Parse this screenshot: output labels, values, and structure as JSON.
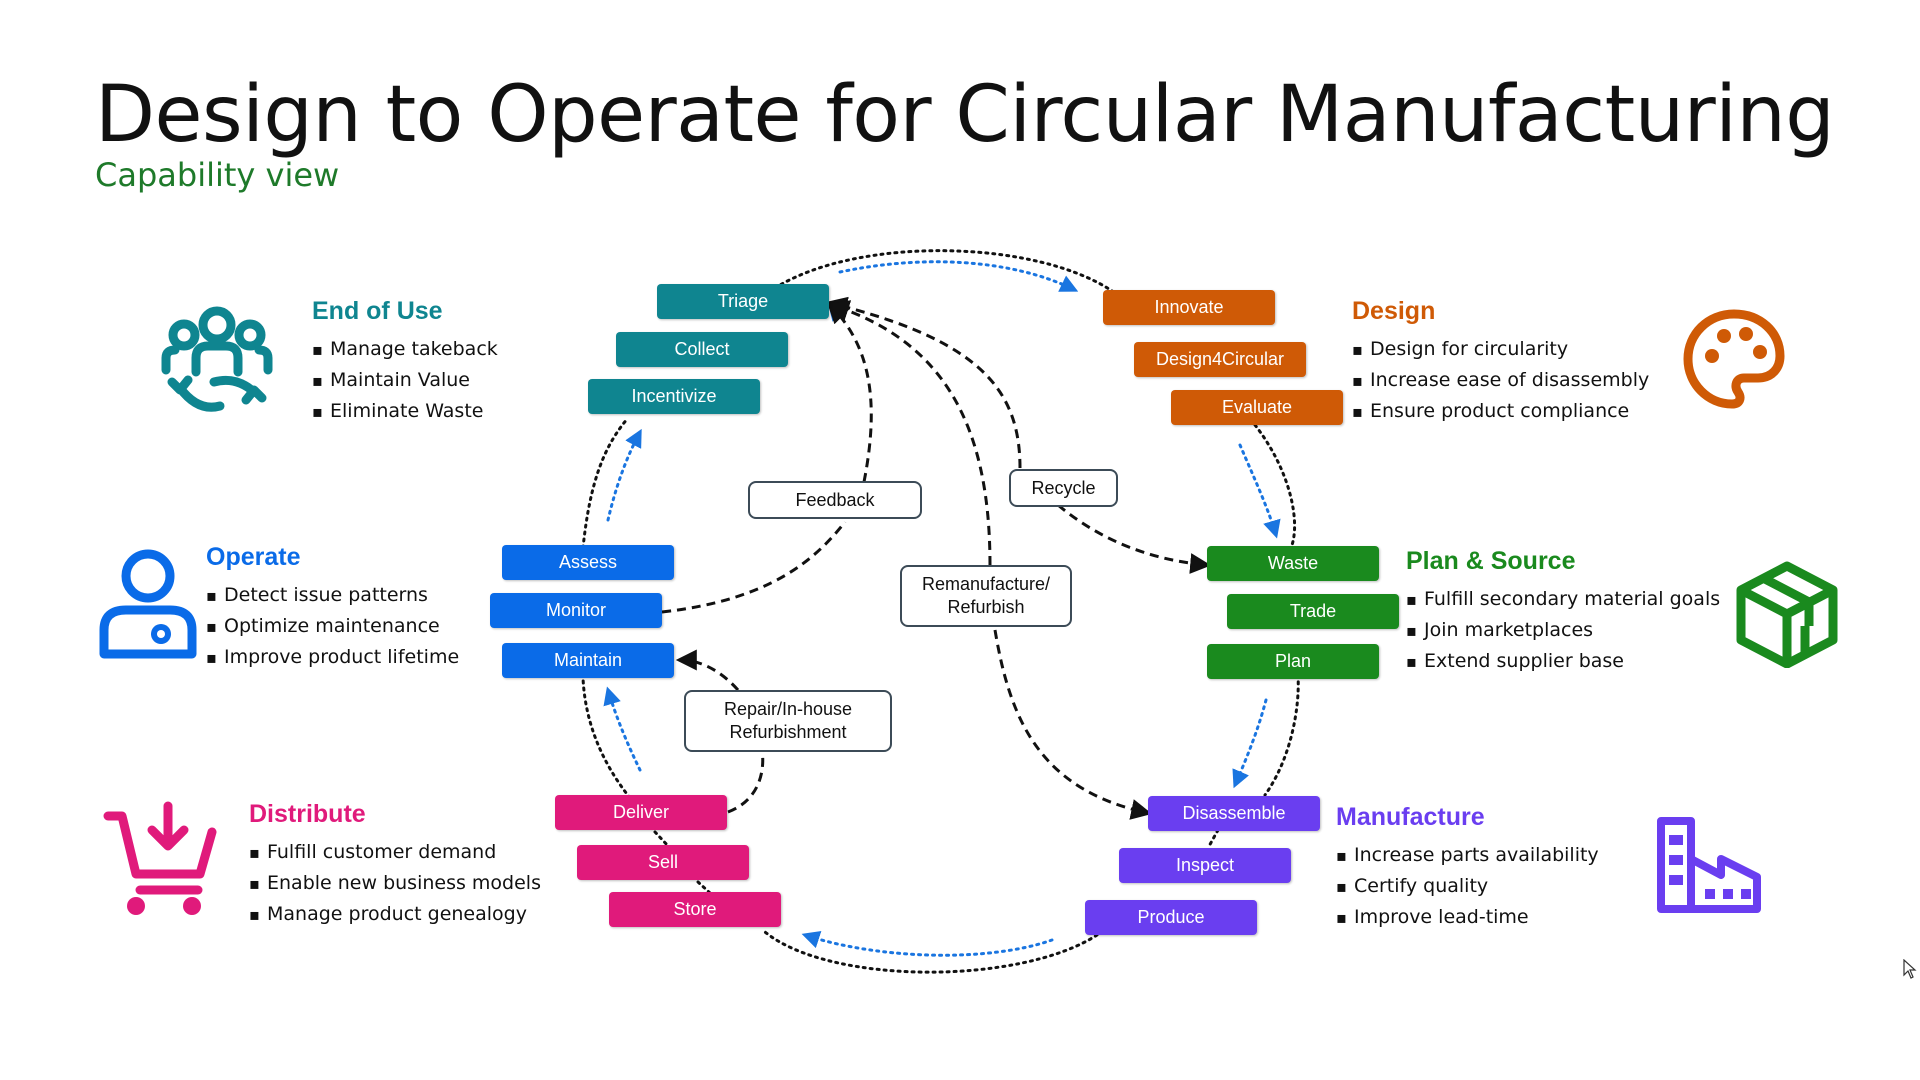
{
  "title": "Design to Operate for Circular Manufacturing",
  "subtitle": "Capability view",
  "colors": {
    "end_of_use": "#0f8590",
    "design": "#cf5a06",
    "plan_source": "#1a8a1e",
    "manufacture": "#6a3ef0",
    "distribute": "#e01a7b",
    "operate": "#0a6be8",
    "dotted_flow": "#1a75e0",
    "box_border": "#3c4b57"
  },
  "groups": {
    "end_of_use": {
      "heading": "End of Use",
      "icon": "people-cycle-icon",
      "bullets": [
        "Manage takeback",
        "Maintain Value",
        "Eliminate Waste"
      ],
      "nodes": [
        "Triage",
        "Collect",
        "Incentivize"
      ]
    },
    "design": {
      "heading": "Design",
      "icon": "palette-icon",
      "bullets": [
        "Design for circularity",
        "Increase ease of disassembly",
        "Ensure product compliance"
      ],
      "nodes": [
        "Innovate",
        "Design4Circular",
        "Evaluate"
      ]
    },
    "plan_source": {
      "heading": "Plan & Source",
      "icon": "package-icon",
      "bullets": [
        "Fulfill secondary material goals",
        "Join marketplaces",
        "Extend supplier base"
      ],
      "nodes": [
        "Waste",
        "Trade",
        "Plan"
      ]
    },
    "manufacture": {
      "heading": "Manufacture",
      "icon": "factory-icon",
      "bullets": [
        "Increase parts availability",
        "Certify quality",
        "Improve lead-time"
      ],
      "nodes": [
        "Disassemble",
        "Inspect",
        "Produce"
      ]
    },
    "distribute": {
      "heading": "Distribute",
      "icon": "shopping-cart-icon",
      "bullets": [
        "Fulfill customer demand",
        "Enable new business models",
        "Manage product genealogy"
      ],
      "nodes": [
        "Deliver",
        "Sell",
        "Store"
      ]
    },
    "operate": {
      "heading": "Operate",
      "icon": "person-operator-icon",
      "bullets": [
        "Detect issue patterns",
        "Optimize maintenance",
        "Improve product lifetime"
      ],
      "nodes": [
        "Assess",
        "Monitor",
        "Maintain"
      ]
    }
  },
  "loops": {
    "feedback": "Feedback",
    "recycle": "Recycle",
    "remanufacture_1": "Remanufacture/",
    "remanufacture_2": "Refurbish",
    "repair_1": "Repair/In-house",
    "repair_2": "Refurbishment"
  }
}
